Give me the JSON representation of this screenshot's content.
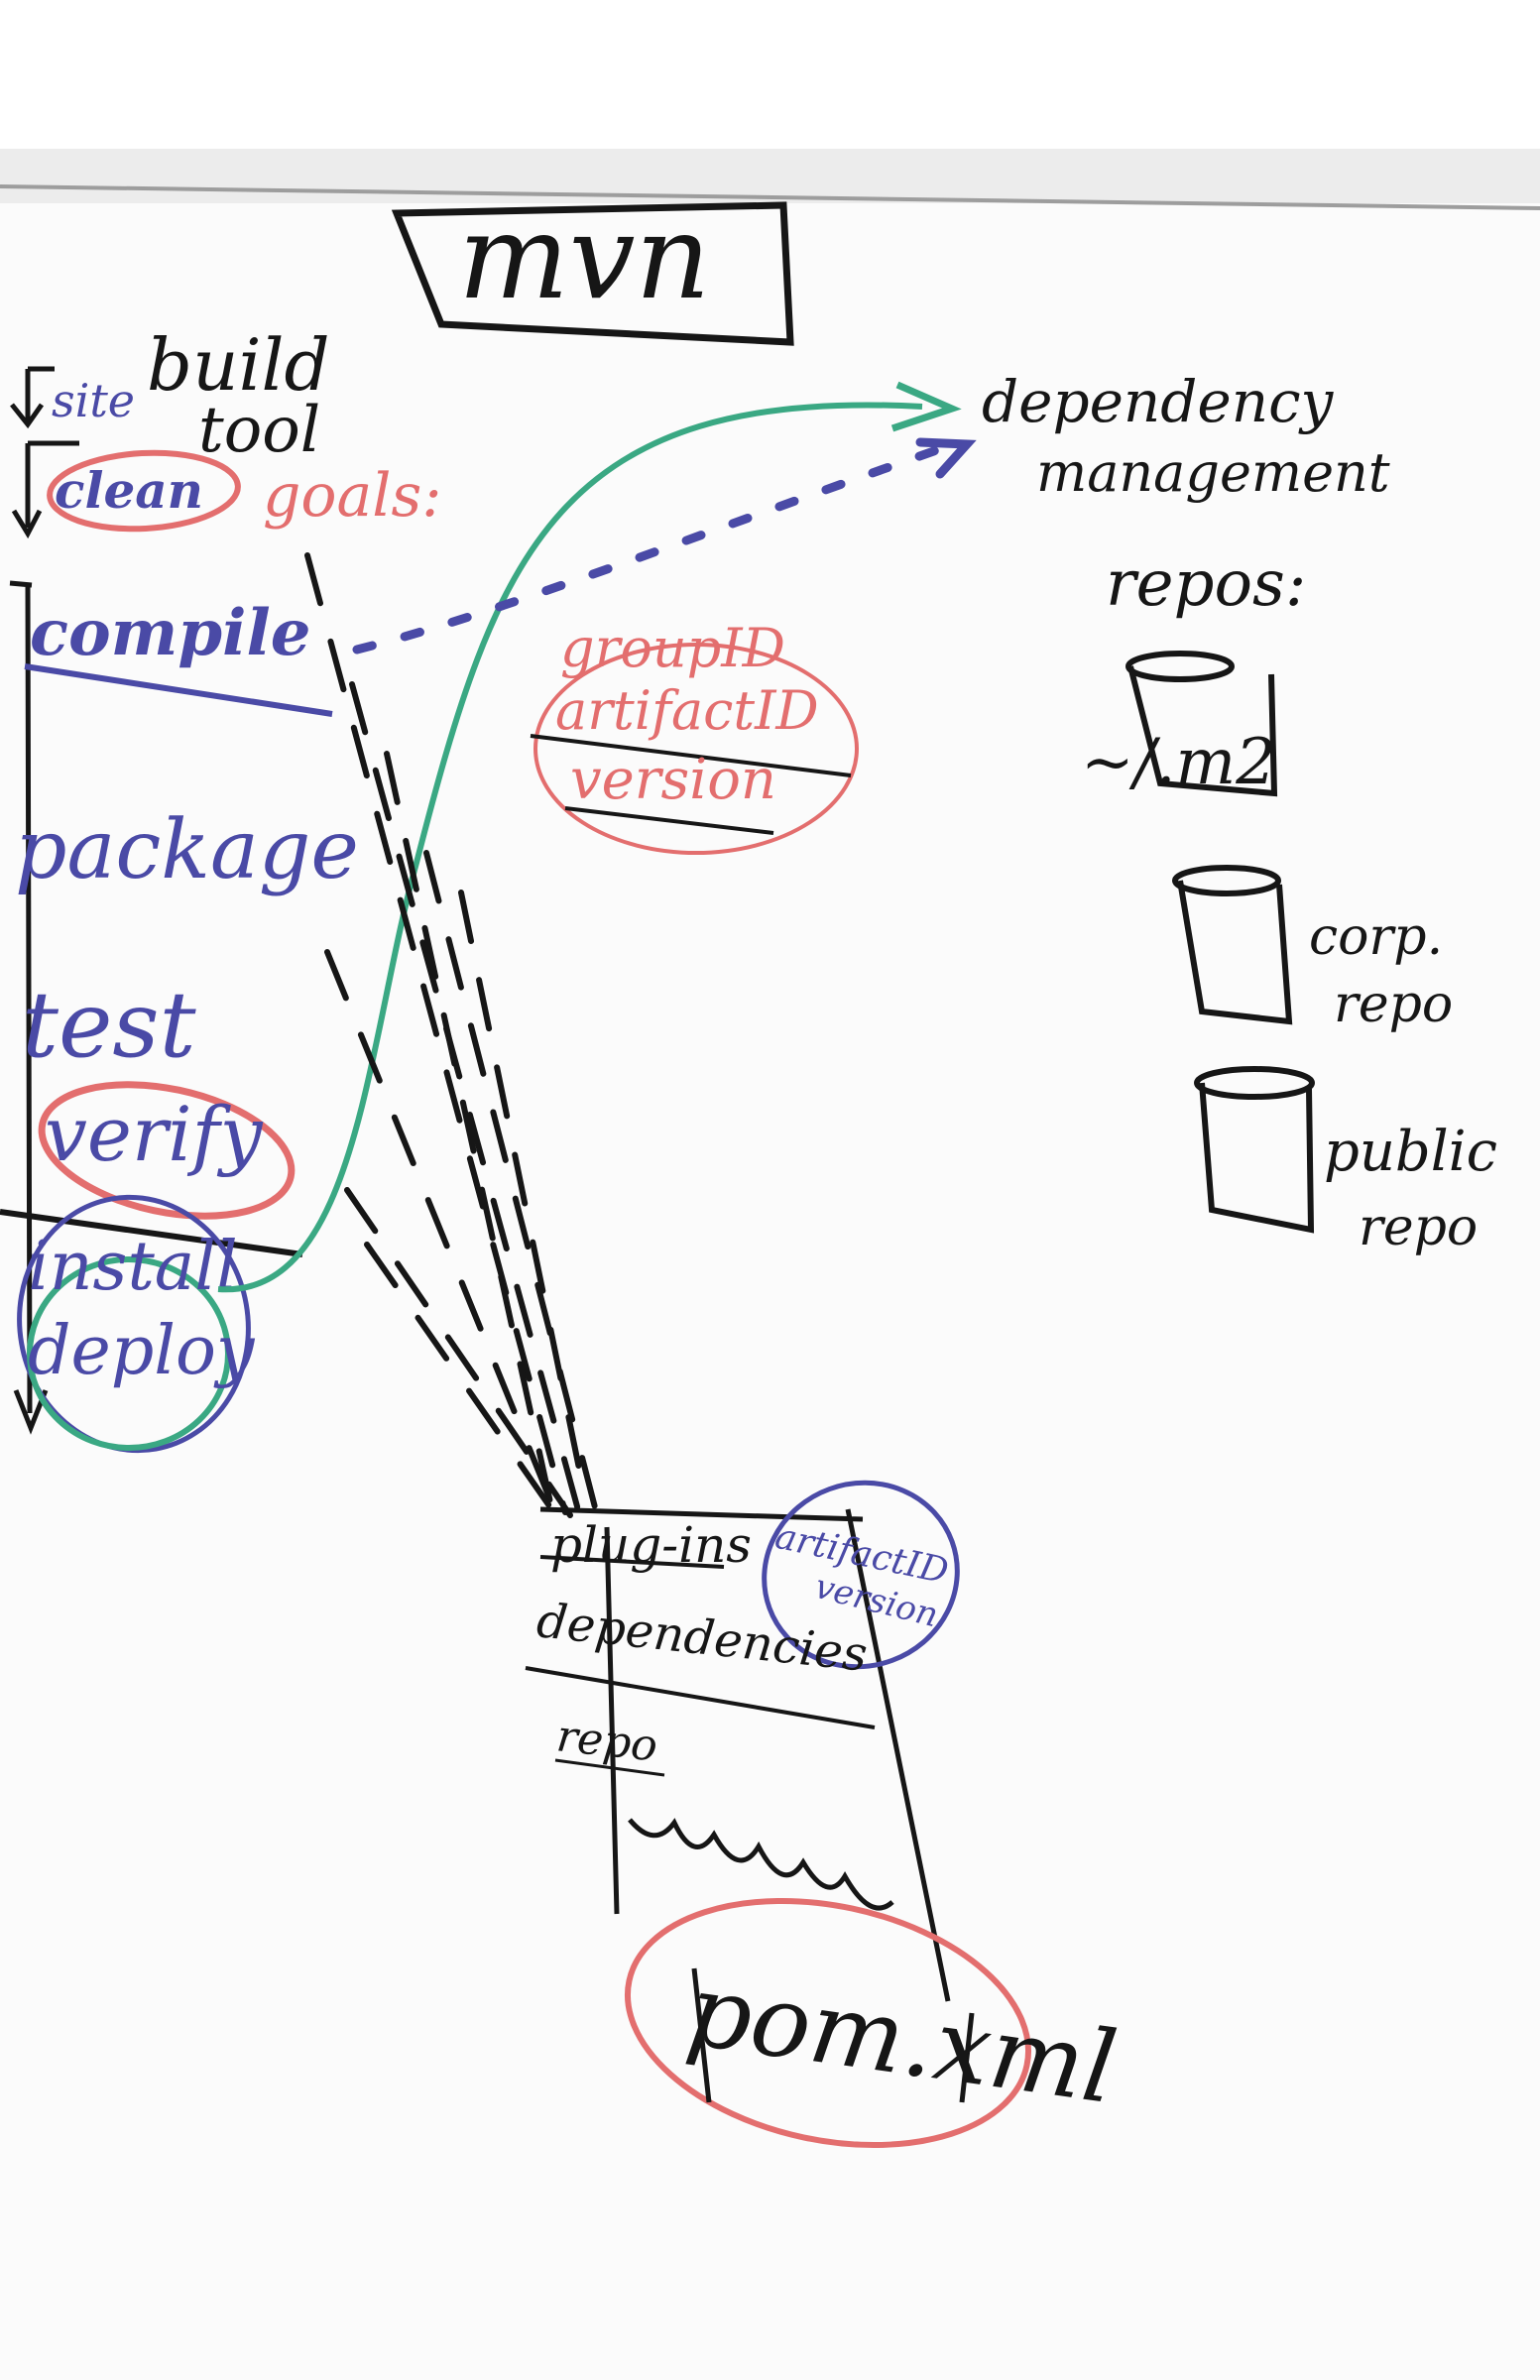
{
  "title": "mvn",
  "subtitle_lines": [
    "build",
    "tool"
  ],
  "goals_label": "goals:",
  "lifecycle": {
    "site": "site",
    "clean": "clean",
    "phases": [
      "compile",
      "package",
      "test",
      "verify",
      "install",
      "deploy"
    ]
  },
  "dependency_management": [
    "dependency",
    "management"
  ],
  "coordinates": [
    "groupID",
    "artifactID",
    "version"
  ],
  "repos_label": "repos:",
  "repos": {
    "local": "~/.m2",
    "corp": [
      "corp.",
      "repo"
    ],
    "public": [
      "public",
      "repo"
    ]
  },
  "pom": {
    "sections": [
      "plug-ins",
      "dependencies",
      "repo"
    ],
    "plugin_coords": [
      "artifactID",
      "version"
    ],
    "filename": "pom.xml"
  },
  "colors": {
    "black": "#161616",
    "blue": "#4a4aa6",
    "red": "#e36e6e",
    "green": "#3aa883"
  }
}
